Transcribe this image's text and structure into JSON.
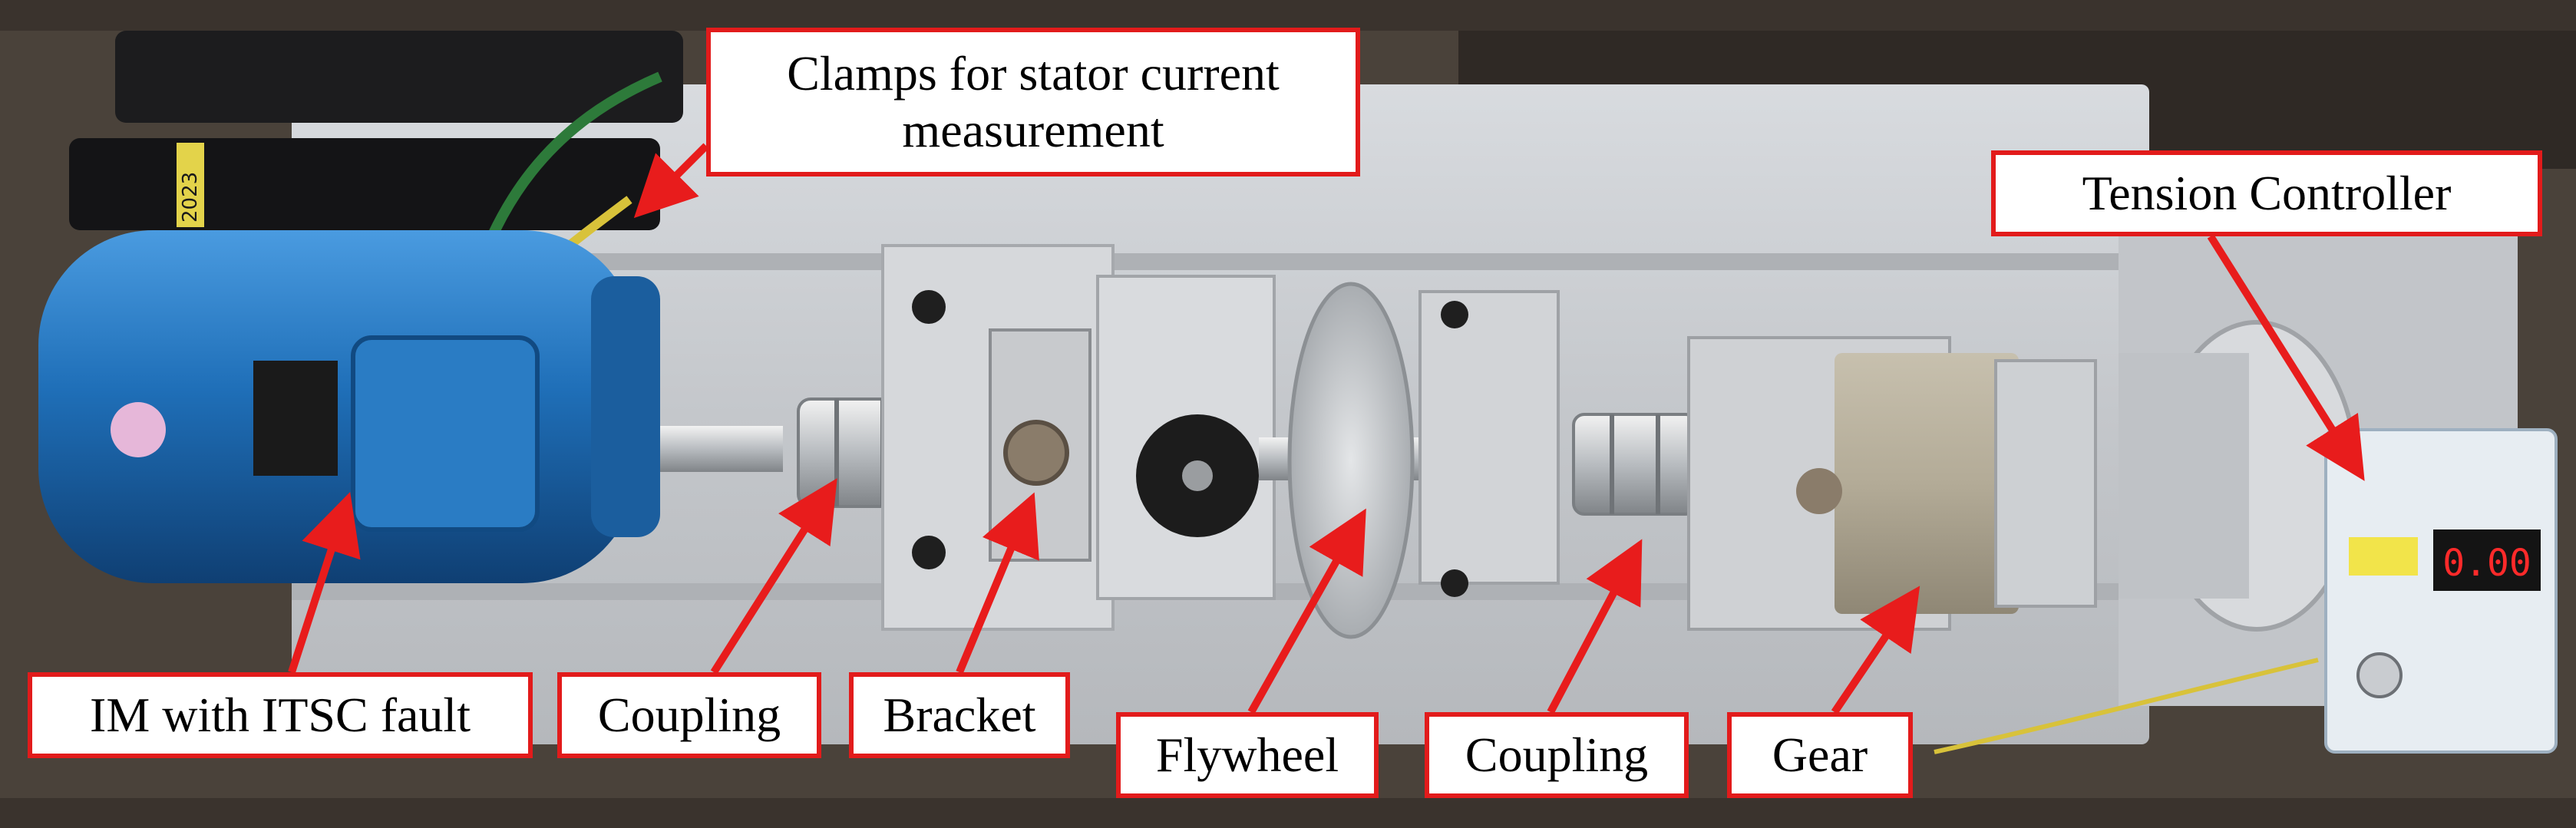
{
  "photo": {
    "subject": "Motor test bench with IM, couplings, bracket, flywheel, gear and tension controller",
    "colors": {
      "label_border": "#e21b1b",
      "arrow": "#e81c1c",
      "motor_blue": "#1f6fb8",
      "plate_aluminium": "#c9ccd0",
      "background_floor": "#3a332d"
    }
  },
  "labels": {
    "clamps": "Clamps for stator current\nmeasurement",
    "tension": "Tension Controller",
    "im": "IM with ITSC fault",
    "coupling_left": "Coupling",
    "bracket": "Bracket",
    "flywheel": "Flywheel",
    "coupling_right": "Coupling",
    "gear": "Gear"
  },
  "device_text": {
    "clamp_tag": "2023",
    "controller_display": "0.00"
  }
}
